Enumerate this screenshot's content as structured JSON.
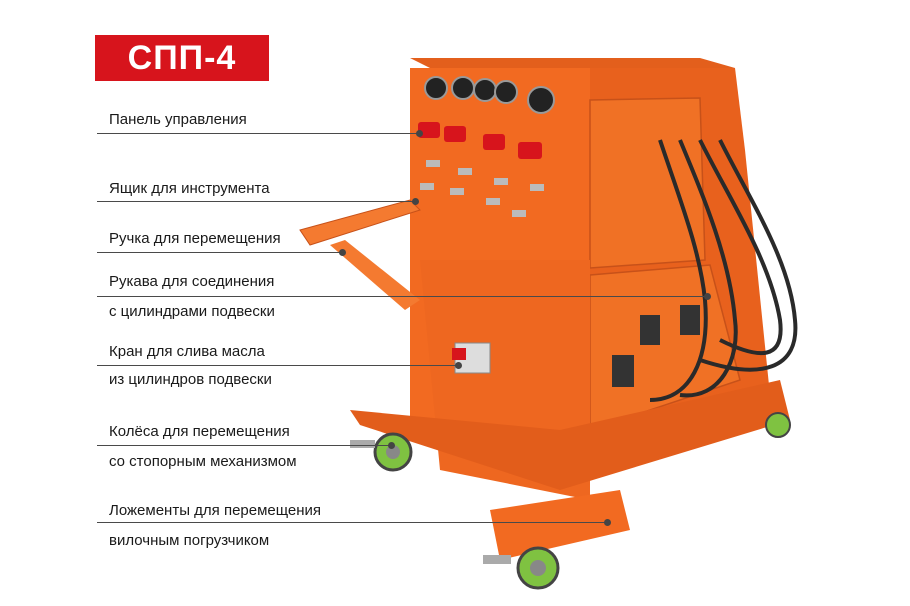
{
  "title": "СПП-4",
  "labels": [
    {
      "text": "Панель управления"
    },
    {
      "text": "Ящик для инструмента"
    },
    {
      "text": "Ручка для перемещения"
    },
    {
      "text": "Рукава для соединения"
    },
    {
      "text": "с цилиндрами подвески"
    },
    {
      "text": "Кран для слива масла"
    },
    {
      "text": "из цилиндров подвески"
    },
    {
      "text": "Колёса для перемещения"
    },
    {
      "text": "со стопорным механизмом"
    },
    {
      "text": "Ложементы для перемещения"
    },
    {
      "text": "вилочным погрузчиком"
    }
  ],
  "colors": {
    "accent": "#d7141c",
    "body_orange": "#f26a21",
    "body_dark": "#c9501a",
    "wheel_green": "#7fc241",
    "hose": "#2a2a2a"
  }
}
